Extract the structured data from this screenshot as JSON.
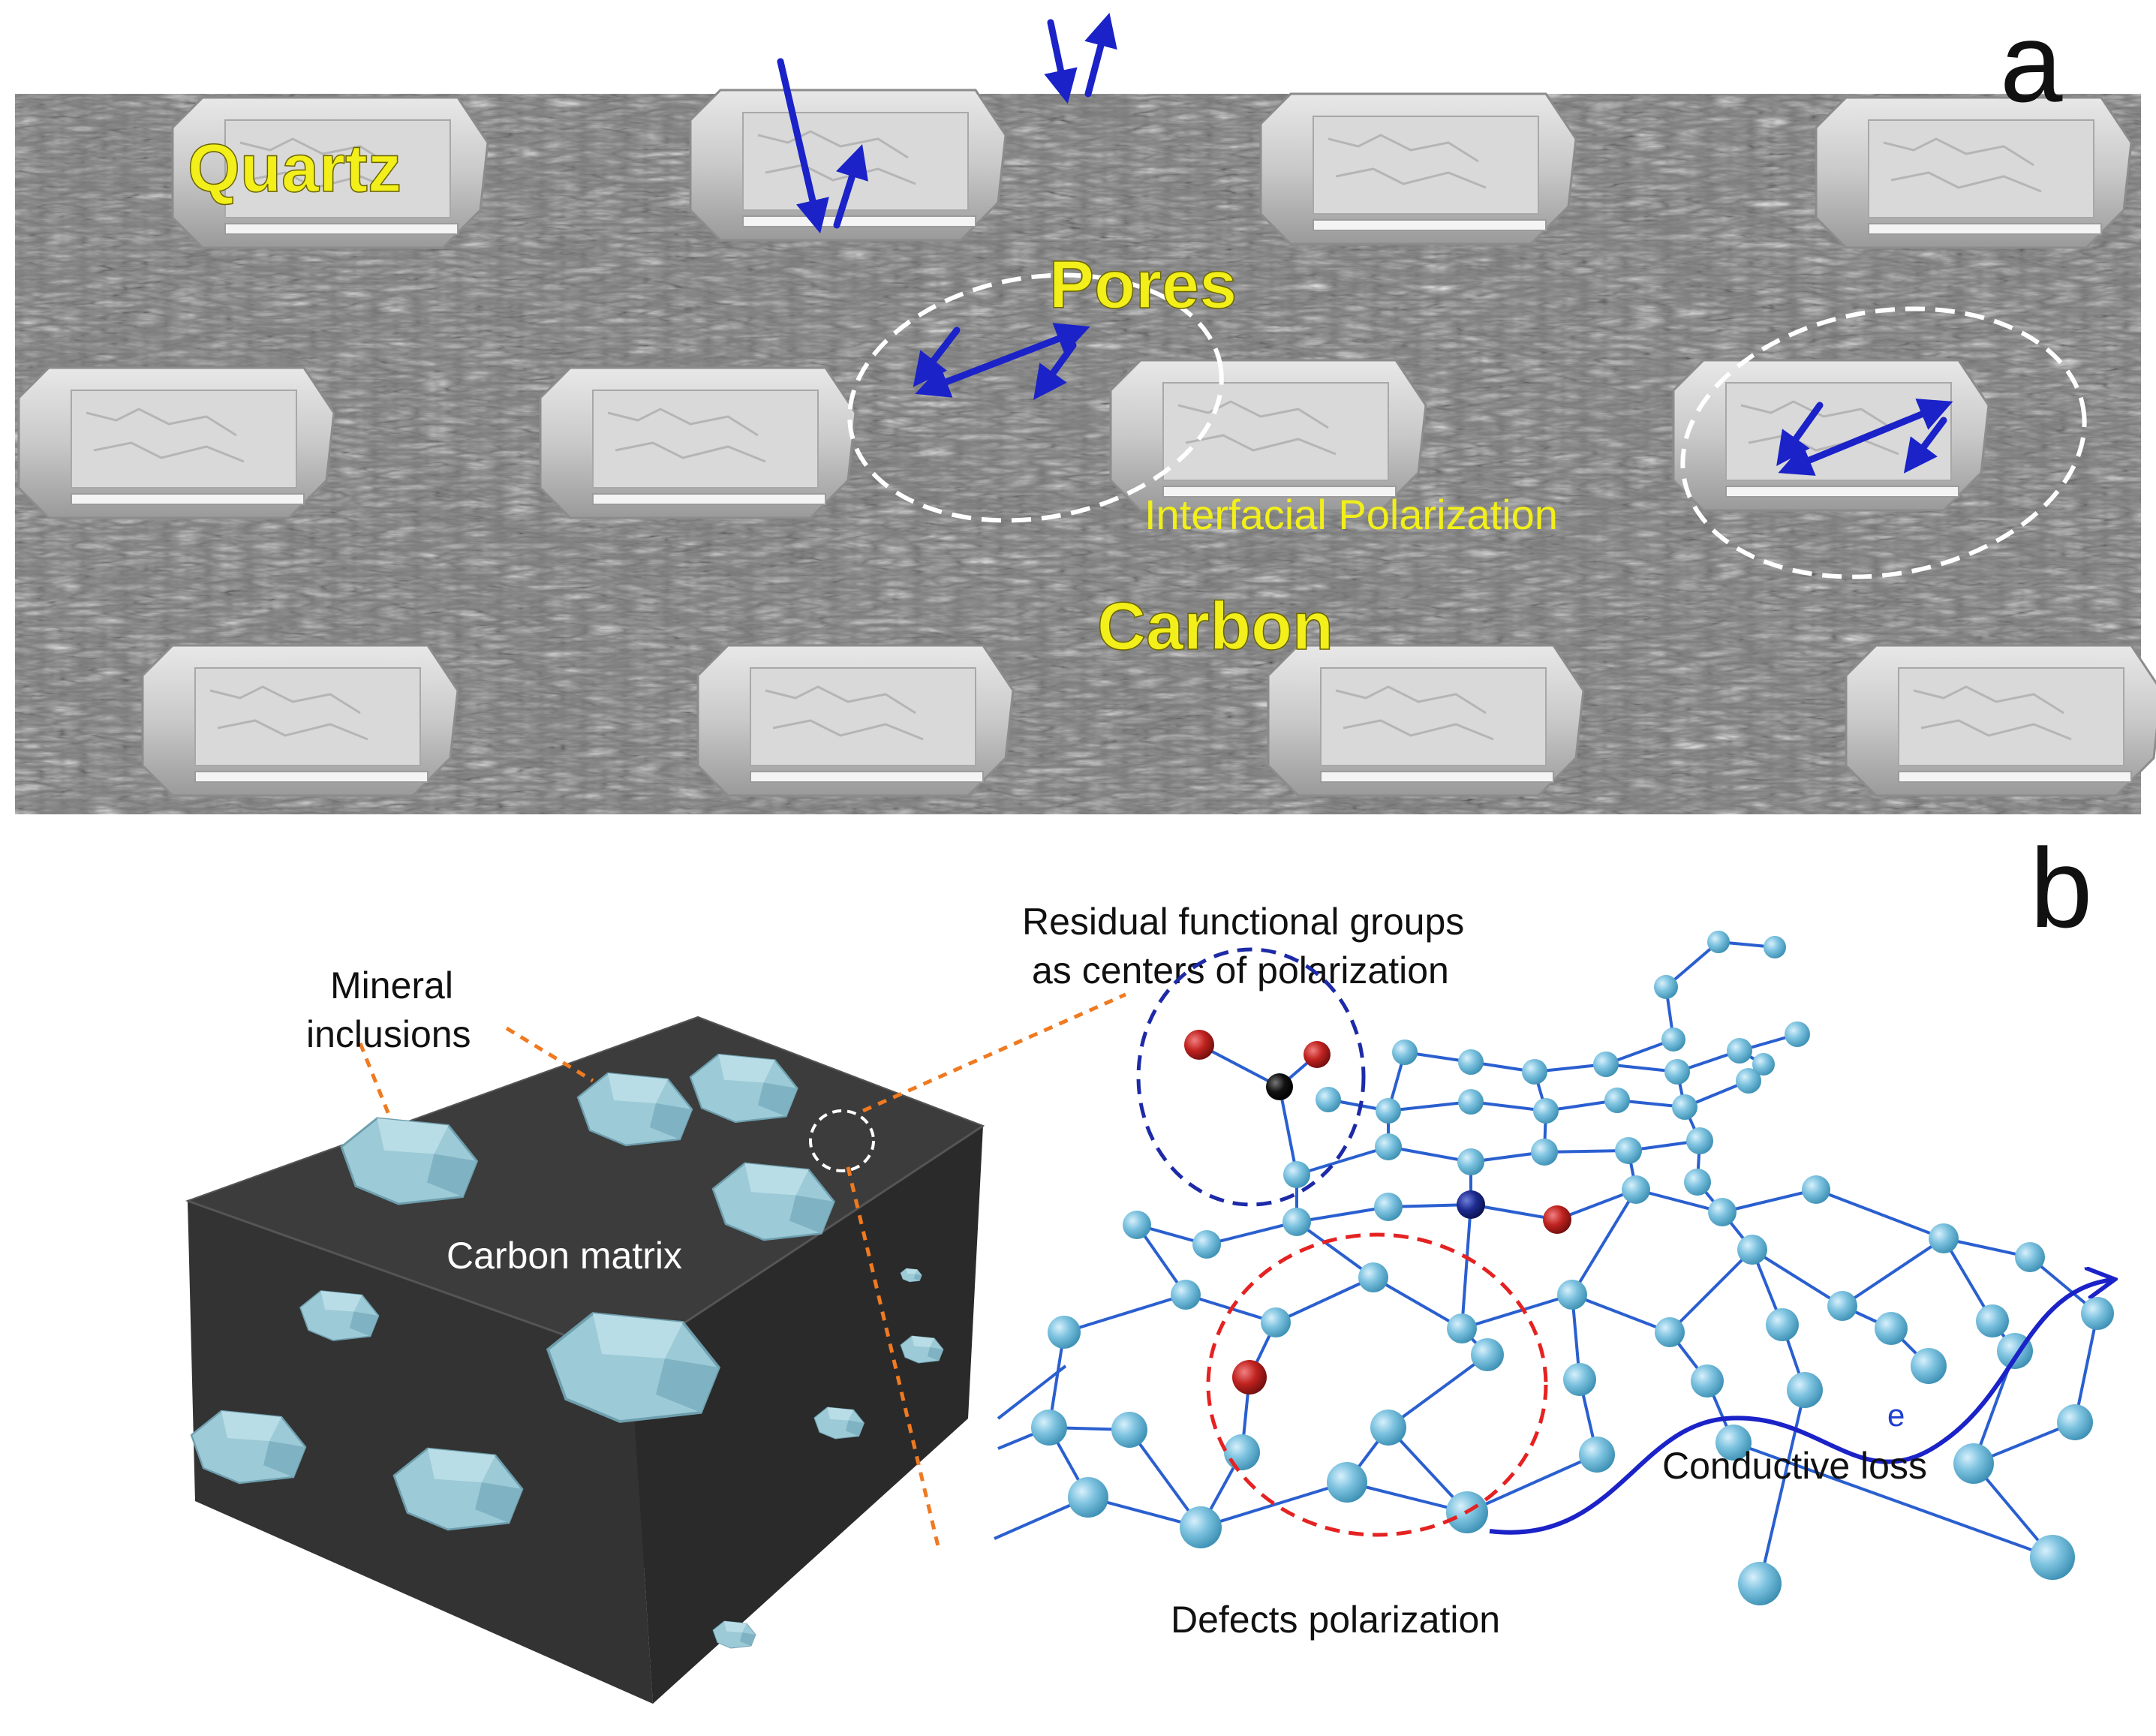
{
  "panels": [
    {
      "letter": "a"
    },
    {
      "letter": "b"
    }
  ],
  "panel_a": {
    "labels": {
      "quartz": "Quartz",
      "pores": "Pores",
      "interfacial": "Interfacial Polarization",
      "carbon": "Carbon"
    }
  },
  "panel_b": {
    "labels": {
      "mineral_line1": "Mineral",
      "mineral_line2": "inclusions",
      "carbon_matrix": "Carbon matrix",
      "residual_line1": "Residual functional groups",
      "residual_line2": "as centers of polarization",
      "defects": "Defects polarization",
      "electron": "e",
      "conductive": "Conductive loss"
    }
  },
  "colors": {
    "arrow_blue": "#1a22c8",
    "atom_blue": "#7ec3e0",
    "oxygen_red": "#c0221f",
    "nitrogen_blue": "#1d2a8f",
    "carbon_black": "#111111",
    "matrix_dark": "#3a3a3a",
    "mineral": "#9ccad6",
    "label_yellow": "#f2ef1a",
    "leader_orange": "#f07a20",
    "circle_red": "#e52222",
    "circle_blue": "#1d2aa8"
  }
}
